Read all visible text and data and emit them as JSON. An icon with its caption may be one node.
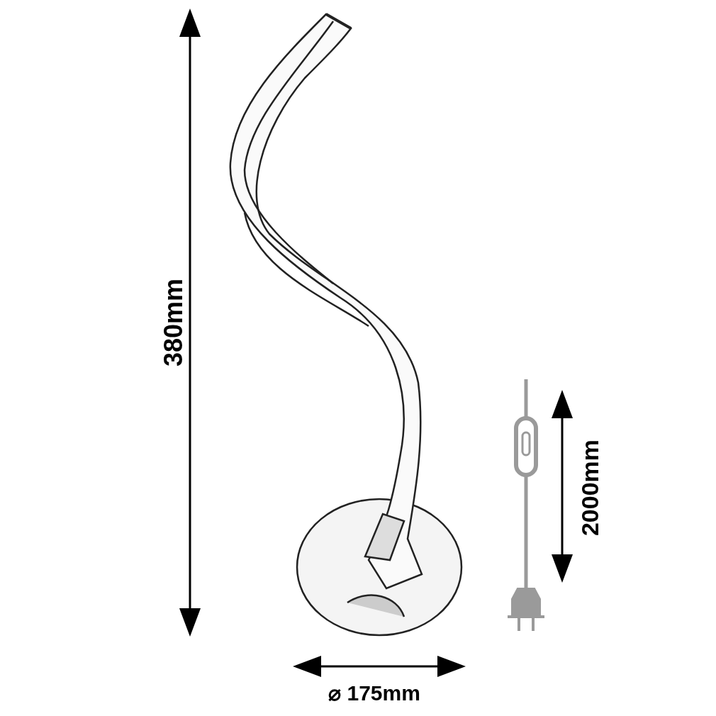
{
  "diagram": {
    "labels": [
      "380mm",
      "2000mm",
      "⌀ 175mm"
    ]
  }
}
